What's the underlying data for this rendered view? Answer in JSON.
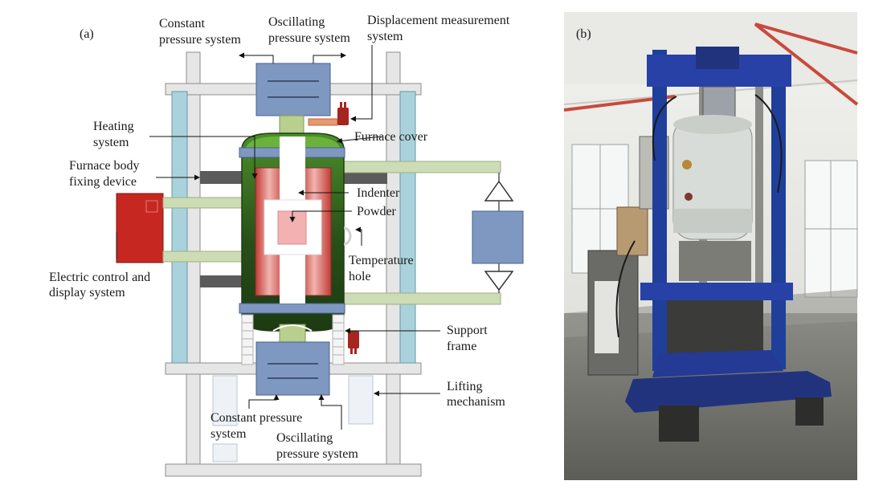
{
  "panels": {
    "a": "(a)",
    "b": "(b)"
  },
  "labels": {
    "constant_pressure_top": [
      "Constant",
      "pressure system"
    ],
    "oscillating_pressure_top": [
      "Oscillating",
      "pressure system"
    ],
    "displacement_measurement": [
      "Displacement measurement",
      "system"
    ],
    "heating_system": [
      "Heating",
      "system"
    ],
    "furnace_cover": [
      "Furnace cover"
    ],
    "furnace_body_fixing": [
      "Furnace body",
      "fixing device"
    ],
    "indenter": [
      "Indenter"
    ],
    "powder": [
      "Powder"
    ],
    "temperature_hole": [
      "Temperature",
      "hole"
    ],
    "electric_control": [
      "Electric control and",
      "display system"
    ],
    "support_frame": [
      "Support",
      "frame"
    ],
    "lifting_mechanism": [
      "Lifting",
      "mechanism"
    ],
    "constant_pressure_bottom": [
      "Constant pressure",
      "system"
    ],
    "oscillating_pressure_bottom": [
      "Oscillating",
      "pressure system"
    ]
  },
  "colors": {
    "frame": "#e6e6e6",
    "frame_stroke": "#8c8c8c",
    "column": "#a9d2dc",
    "pressure_box": "#7f98c2",
    "furnace_green": "#5fa335",
    "heater_red": "#c8443c",
    "light_green": "#cddcb4",
    "control_red": "#c62821",
    "gauge_red": "#a5261f"
  }
}
